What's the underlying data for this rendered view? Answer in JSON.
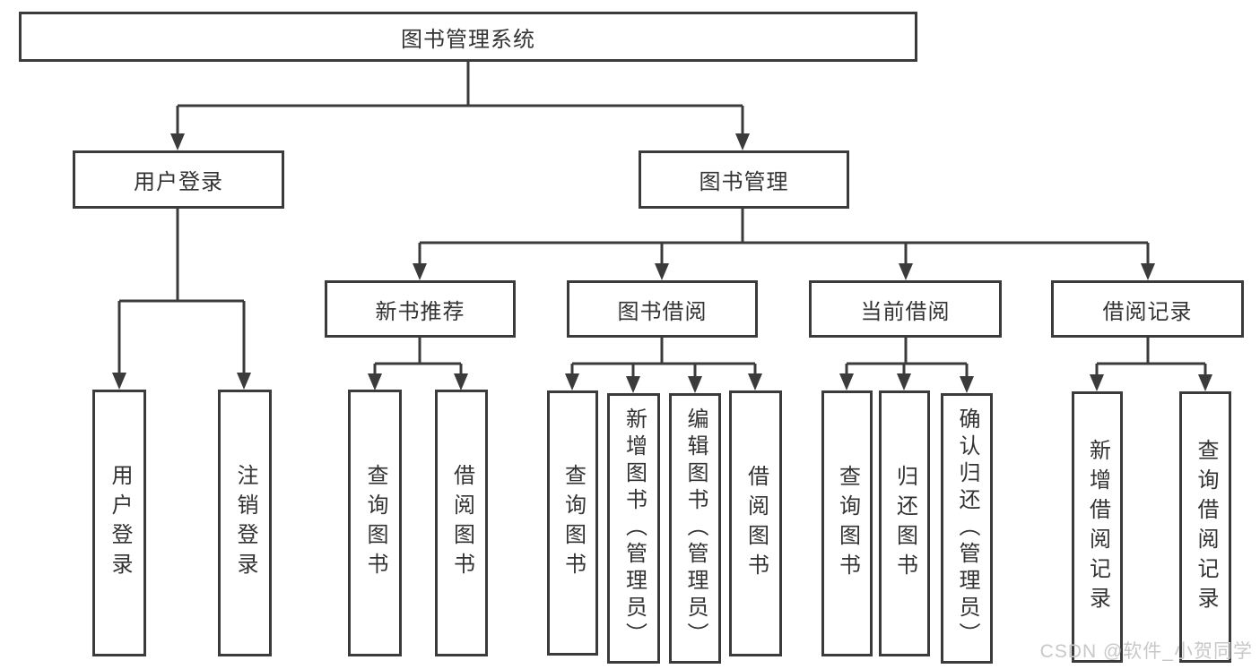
{
  "tree": {
    "root_label": "图书管理系统",
    "branches": [
      {
        "label": "用户登录",
        "children": [
          "用户登录",
          "注销登录"
        ]
      },
      {
        "label": "图书管理",
        "sections": [
          {
            "label": "新书推荐",
            "children": [
              "查询图书",
              "借阅图书"
            ]
          },
          {
            "label": "图书借阅",
            "children": [
              "查询图书",
              "新增图书（管理员）",
              "编辑图书（管理员）",
              "借阅图书"
            ]
          },
          {
            "label": "当前借阅",
            "children": [
              "查询图书",
              "归还图书",
              "确认归还（管理员）"
            ]
          },
          {
            "label": "借阅记录",
            "children": [
              "新增借阅记录",
              "查询借阅记录"
            ]
          }
        ]
      }
    ]
  },
  "watermark": "CSDN @软件_小贺同学",
  "colors": {
    "line": "#3b3b3b",
    "text": "#333333",
    "watermark": "#c8c8c8",
    "background": "#ffffff"
  }
}
